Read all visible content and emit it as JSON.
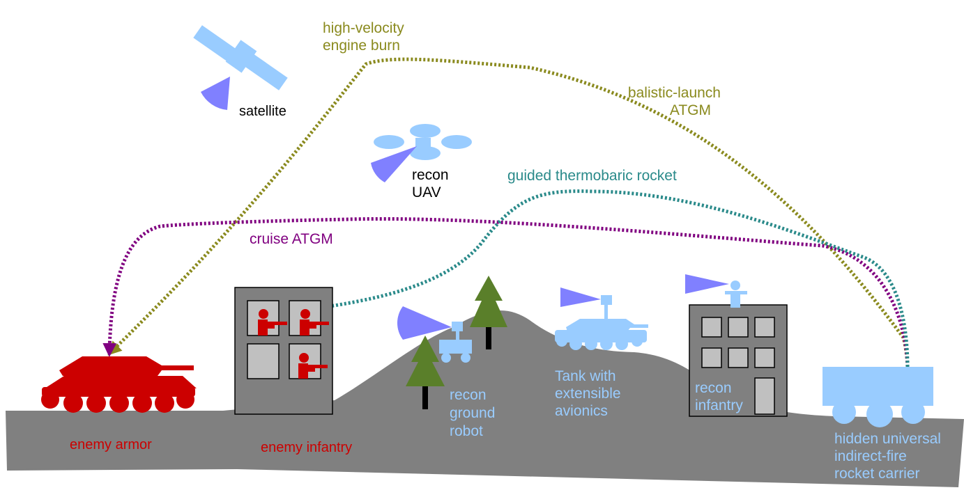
{
  "colors": {
    "friendly": "#99ccff",
    "enemy": "#cc0000",
    "sensor": "#8080ff",
    "ground": "#808080",
    "building": "#c0c0c0",
    "tree": "#5a7f2a",
    "trunk": "#000000",
    "ballistic": "#8a8a1e",
    "cruise": "#800080",
    "thermobaric": "#2a8a8a"
  },
  "trajectories": {
    "high_velocity_line1": "high-velocity",
    "high_velocity_line2": "engine burn",
    "ballistic_line1": "balistic-launch",
    "ballistic_line2": "ATGM",
    "thermobaric": "guided thermobaric rocket",
    "cruise": "cruise ATGM"
  },
  "units": {
    "satellite": "satellite",
    "uav_line1": "recon",
    "uav_line2": "UAV",
    "robot_line1": "recon",
    "robot_line2": "ground",
    "robot_line3": "robot",
    "tank_line1": "Tank with",
    "tank_line2": "extensible",
    "tank_line3": "avionics",
    "infantry_line1": "recon",
    "infantry_line2": "infantry",
    "carrier_line1": "hidden universal",
    "carrier_line2": "indirect-fire",
    "carrier_line3": "rocket carrier"
  },
  "enemies": {
    "armor": "enemy armor",
    "infantry": "enemy infantry"
  }
}
